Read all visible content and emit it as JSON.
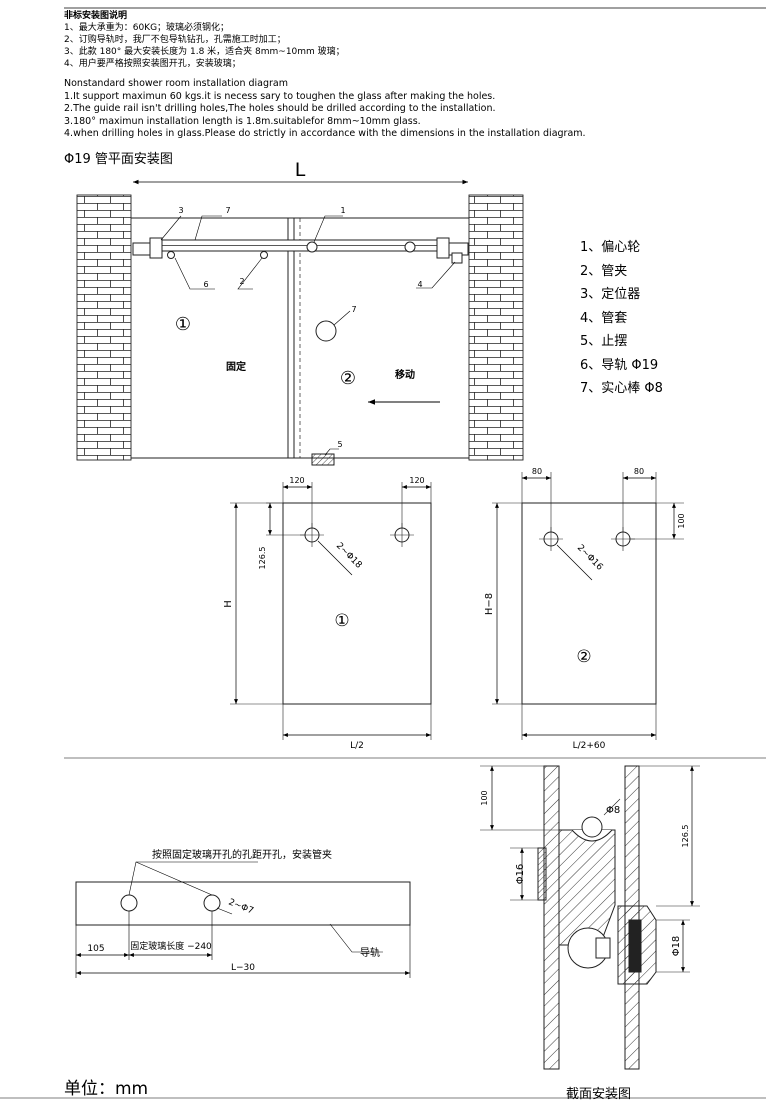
{
  "notes_cn": {
    "heading": "非标安装图说明",
    "lines": [
      "1、最大承重为：60KG；玻璃必须钢化；",
      "2、订购导轨时，我厂不包导轨钻孔，孔需施工时加工；",
      "3、此款 180° 最大安装长度为 1.8 米，适合夹 8mm~10mm 玻璃；",
      "4、用户要严格按照安装图开孔，安装玻璃；"
    ]
  },
  "notes_en": {
    "heading": "Nonstandard shower room installation diagram",
    "lines": [
      "1.It support maximun 60 kgs.it is necess sary to toughen the glass after making the holes.",
      "2.The guide rail isn't drilling holes,The holes should be drilled according to the installation.",
      "3.180°   maximun installation length is 1.8m.suitablefor 8mm~10mm glass.",
      "4.when drilling holes in glass.Please do strictly in accordance with the dimensions in the installation diagram."
    ]
  },
  "plan": {
    "title": "Φ19 管平面安装图",
    "dim_L": "L",
    "panel1_num": "①",
    "panel1_label": "固定",
    "panel2_num": "②",
    "panel2_label": "移动",
    "callouts": [
      "3",
      "7",
      "1",
      "6",
      "2",
      "4",
      "7",
      "5"
    ]
  },
  "legend": [
    "1、偏心轮",
    "2、管夹",
    "3、定位器",
    "4、管套",
    "5、止摆",
    "6、导轨 Φ19",
    "7、实心棒 Φ8"
  ],
  "glass1": {
    "dim_left": "120",
    "dim_right": "120",
    "dim_hole_v": "126.5",
    "dim_h": "H",
    "dim_w": "L/2",
    "hole_label": "2~Φ18",
    "num": "①"
  },
  "glass2": {
    "dim_left": "80",
    "dim_right": "80",
    "dim_hole_v": "100",
    "dim_h": "H−8",
    "dim_w": "L/2+60",
    "hole_label": "2~Φ16",
    "num": "②"
  },
  "rail": {
    "note": "按照固定玻璃开孔的孔距开孔，安装管夹",
    "hole_label": "2~Φ7",
    "dim_105": "105",
    "dim_mid": "固定玻璃长度 −240",
    "dim_total": "L−30",
    "rail_label": "导轨"
  },
  "section": {
    "phi8": "Φ8",
    "dim_100": "100",
    "phi16": "Φ16",
    "dim_1265": "126.5",
    "phi18": "Φ18",
    "title": "截面安装图"
  },
  "unit": "单位：mm"
}
